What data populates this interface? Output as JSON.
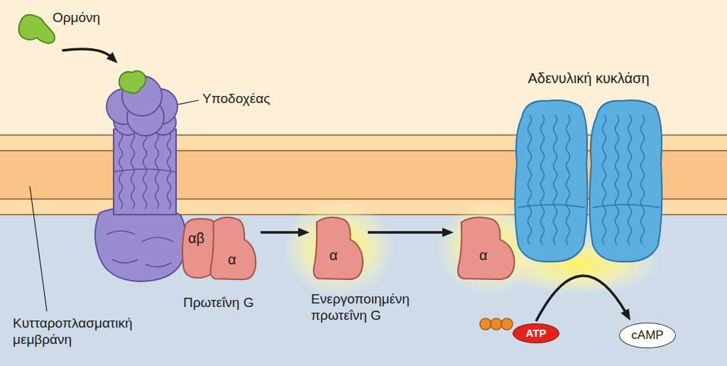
{
  "diagram": {
    "nodes": [
      {
        "text": [
          "Ορμόνη"
        ]
      },
      {
        "text": [
          "Υποδοχέας"
        ]
      },
      {
        "text": [
          "αβ",
          "α",
          "Πρωτεΐνη G"
        ]
      },
      {
        "text": [
          "α",
          "Ενεργοποιημένη πρωτεΐνη G"
        ]
      },
      {
        "text": [
          "α"
        ]
      },
      {
        "text": [
          "Αδενυλική κυκλάση"
        ]
      },
      {
        "text": [
          "ATP"
        ]
      },
      {
        "text": [
          "cAMP"
        ]
      }
    ],
    "edges": [
      {
        "from": 0,
        "to": 1,
        "arrow": "to"
      },
      {
        "from": 2,
        "to": 3,
        "arrow": "to"
      },
      {
        "from": 3,
        "to": 4,
        "arrow": "to"
      },
      {
        "from": 6,
        "to": 7,
        "arrow": "to"
      }
    ],
    "labels": [
      "Κυτταροπλασματική μεμβράνη"
    ]
  }
}
